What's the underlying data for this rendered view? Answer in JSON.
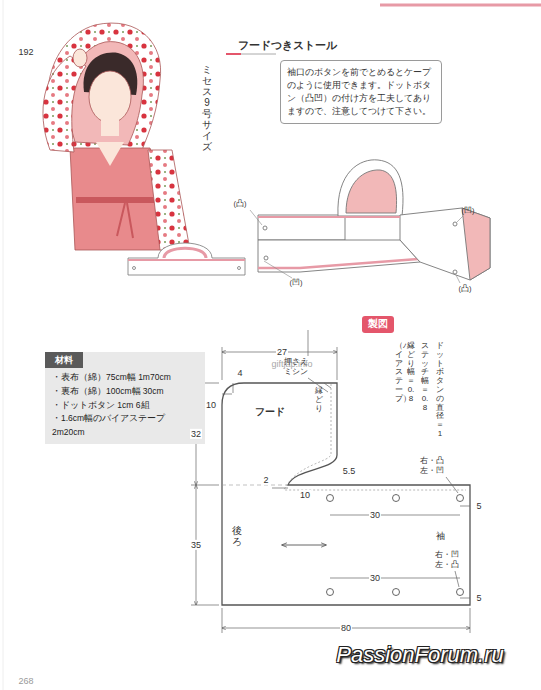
{
  "diagram": {
    "title": "フードつきストール",
    "nodes": [
      {
        "text": [
          "材料",
          "・表布（綿）75cm幅 1m70cm",
          "・裏布（綿）100cm幅 30cm",
          "・ドットボタン 1cm 6組",
          "・1.6cm幅のバイアステープ 2m20cm"
        ]
      },
      {
        "text": [
          "袖口のボタンを前でとめるとケープのように使用できます。ドットボタン（凸凹）の付け方を工夫してありますので、注意してつけて下さい。"
        ]
      },
      {
        "text": [
          "製図"
        ]
      }
    ],
    "labels": [
      "192",
      "ミセス9号サイズ",
      "(凸)",
      "(凹)",
      "(凹)",
      "(凸)",
      "giftjap.info",
      "27",
      "4",
      "10",
      "押さえ ミシン",
      "縁どり",
      "ドットボタンの直径＝1",
      "ステッチ幅＝0.8",
      "縁どり幅＝0.8",
      "（バイアステープ）",
      "フード",
      "32",
      "2",
      "5.5",
      "10",
      "35",
      "後ろ",
      "袖",
      "右・凸",
      "左・凹",
      "30",
      "5",
      "右・凹",
      "左・凸",
      "30",
      "5",
      "80",
      "268",
      "PassionForum.ru"
    ]
  }
}
